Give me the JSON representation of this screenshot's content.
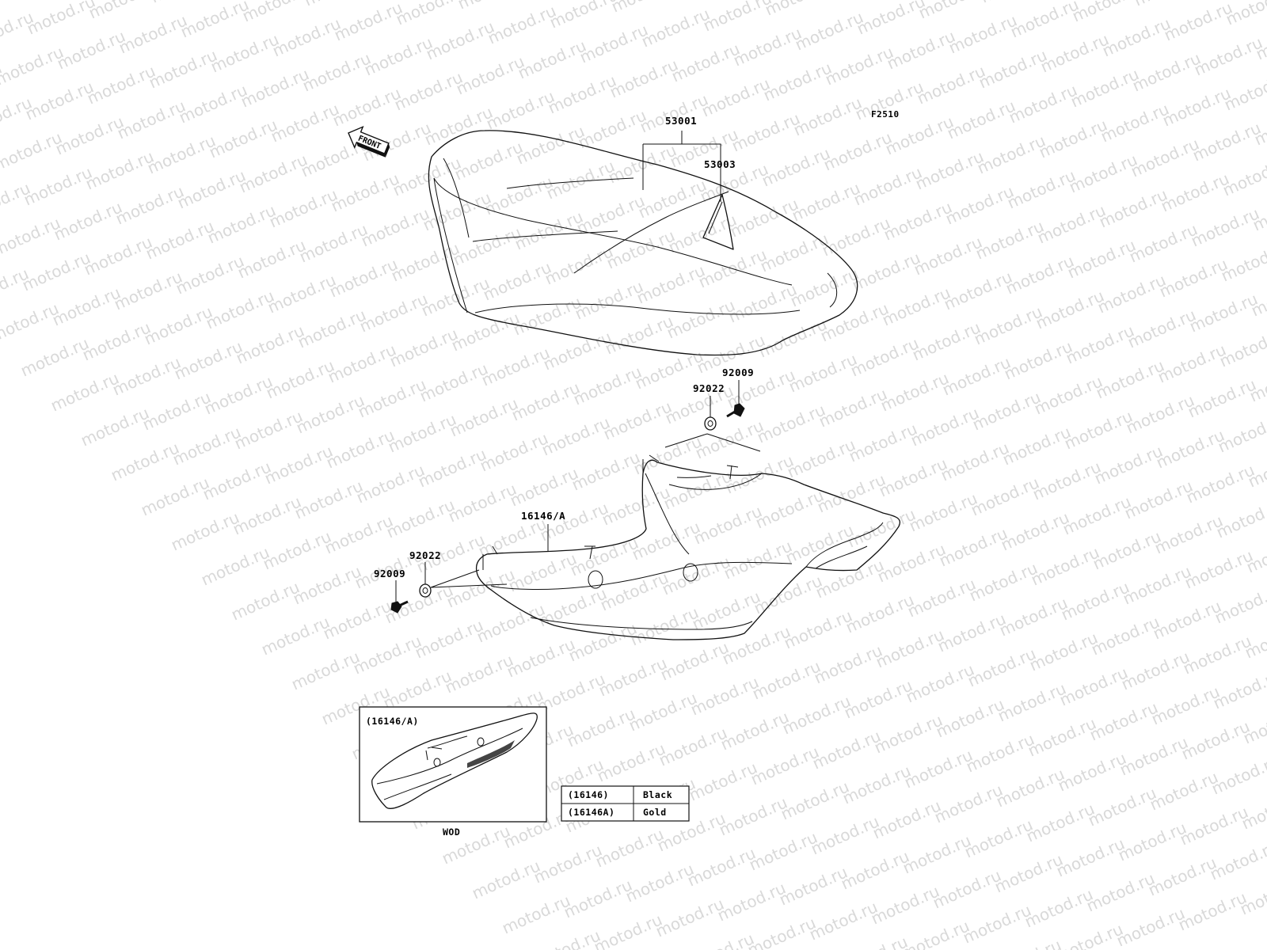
{
  "watermark": "motod.ru",
  "figure_id": "F2510",
  "front_arrow": "FRONT",
  "parts": {
    "seat": "53001",
    "seat_sub": "53003",
    "cover": "16146/A",
    "bolt": "92009",
    "washer": "92022"
  },
  "inset": {
    "title": "(16146/A)",
    "caption": "WOD"
  },
  "color_table": [
    {
      "code": "(16146)",
      "color": "Black"
    },
    {
      "code": "(16146A)",
      "color": "Gold"
    }
  ]
}
